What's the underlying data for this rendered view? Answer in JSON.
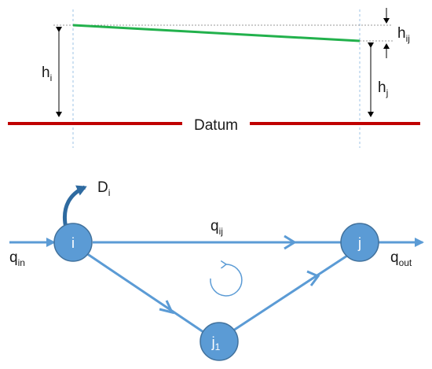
{
  "top": {
    "datum_label": "Datum",
    "h_i": {
      "main": "h",
      "sub": "i"
    },
    "h_j": {
      "main": "h",
      "sub": "j"
    },
    "h_ij": {
      "main": "h",
      "sub": "ij"
    }
  },
  "network": {
    "nodes": {
      "i": "i",
      "j": "j",
      "j1": {
        "main": "j",
        "sub": "1"
      }
    },
    "labels": {
      "q_in": {
        "main": "q",
        "sub": "in"
      },
      "q_out": {
        "main": "q",
        "sub": "out"
      },
      "q_ij": {
        "main": "q",
        "sub": "ij"
      },
      "D_i": {
        "main": "D",
        "sub": "i"
      }
    }
  },
  "colors": {
    "datum": "#c00000",
    "hgl": "#22b14c",
    "flow": "#5b9bd5",
    "node_fill": "#5b9bd5",
    "node_stroke": "#41719c",
    "demand_arrow": "#2e6aa0",
    "guide": "#9dc3e6",
    "dim": "#000000"
  }
}
